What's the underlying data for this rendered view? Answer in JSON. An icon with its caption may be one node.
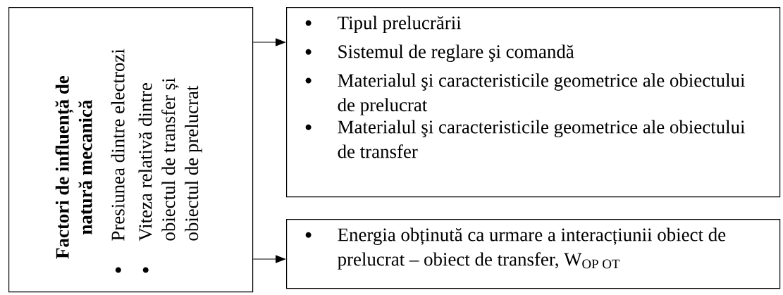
{
  "diagram": {
    "nodes": [
      {
        "text": [
          "Factori de influență de natură mecanică",
          "Presiunea dintre electrozi",
          "Viteza relativă dintre obiectul de transfer și obiectul de prelucrat"
        ]
      },
      {
        "text": [
          "Tipul prelucrării",
          "Sistemul de reglare şi comandă",
          "Materialul şi caracteristicile geometrice ale obiectului de prelucrat",
          "Materialul şi caracteristicile geometrice ale obiectului de transfer"
        ]
      },
      {
        "text": [
          "Energia obținută ca urmare a interacțiunii obiect de prelucrat – obiect de transfer,",
          "\\mathrm{W}_{\\mathrm{OP\\;OT}}"
        ]
      }
    ],
    "edges": [
      {
        "from": 0,
        "to": 1,
        "arrow": "to"
      },
      {
        "from": 0,
        "to": 2,
        "arrow": "to"
      }
    ]
  }
}
